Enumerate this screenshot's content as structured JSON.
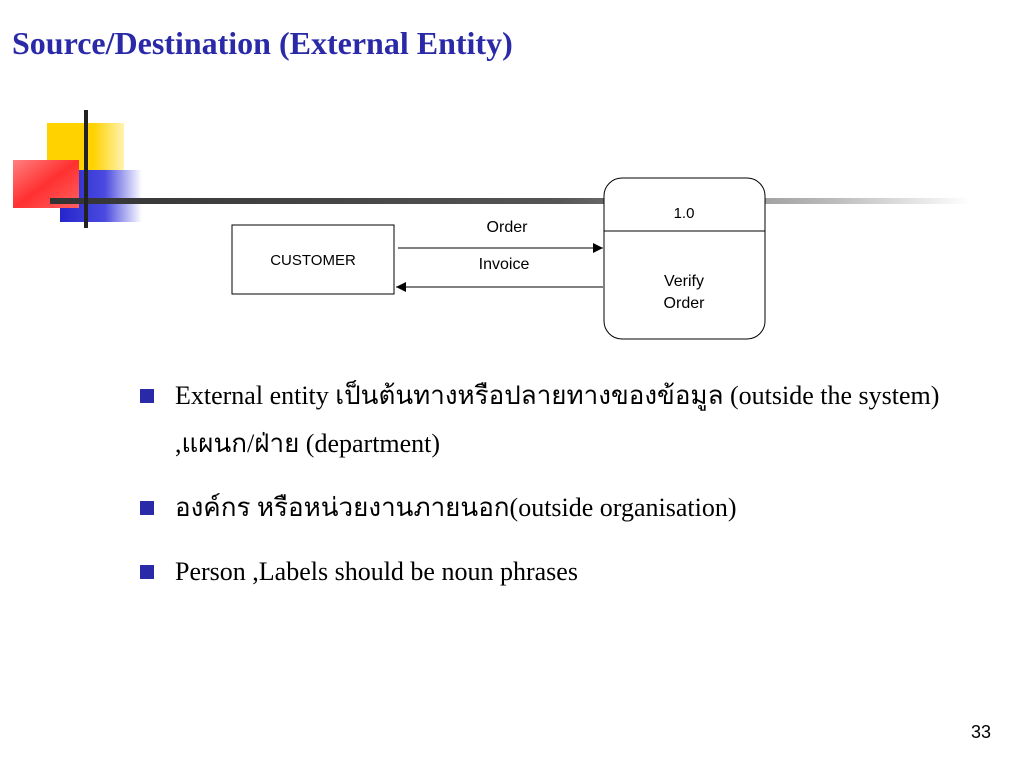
{
  "slide": {
    "title": "Source/Destination (External Entity)",
    "page_number": "33"
  },
  "diagram": {
    "external_entity_label": "CUSTOMER",
    "process_id": "1.0",
    "process_label_line1": "Verify",
    "process_label_line2": "Order",
    "flow_in_label": "Order",
    "flow_out_label": "Invoice"
  },
  "bullets": [
    {
      "text": "External entity เป็นต้นทางหรือปลายทางของข้อมูล (outside the system) ,แผนก/ฝ่าย (department)"
    },
    {
      "text": "องค์กร หรือหน่วยงานภายนอก(outside organisation)"
    },
    {
      "text": "Person ,Labels should be noun phrases"
    }
  ],
  "colors": {
    "title": "#2a2aa8",
    "bullet_marker": "#2a2aa8",
    "deco_yellow": "#ffd200",
    "deco_blue": "#2525cc",
    "deco_red": "#ff3030"
  }
}
